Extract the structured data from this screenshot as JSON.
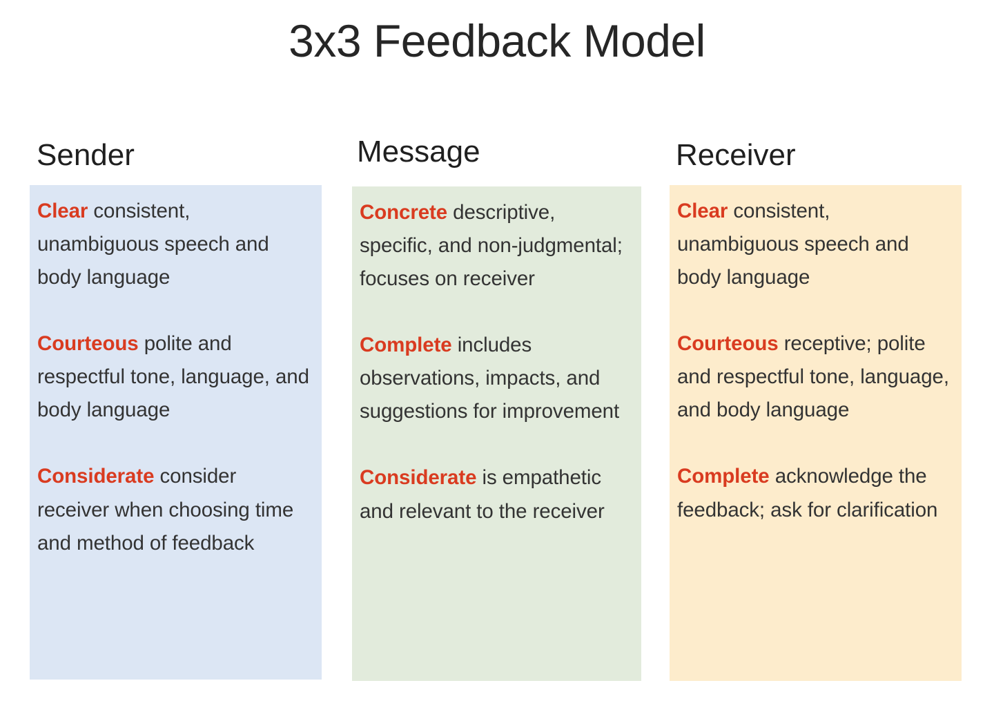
{
  "title": "3x3 Feedback Model",
  "colors": {
    "keyword_red": "#d93b20",
    "body_text": "#333333",
    "title_text": "#262626",
    "sender_panel": "#dce6f4",
    "message_panel": "#e2ebdc",
    "receiver_panel": "#fdeccc",
    "page_background": "#ffffff"
  },
  "columns": [
    {
      "id": "sender",
      "header": "Sender",
      "panel_color": "#dce6f4",
      "blocks": [
        {
          "keyword": "Clear",
          "text": " consistent, unambiguous speech and body language"
        },
        {
          "keyword": "Courteous",
          "text": "  polite and respectful tone, language, and body language"
        },
        {
          "keyword": "Considerate",
          "text": " consider receiver when choosing time and method of feedback"
        }
      ]
    },
    {
      "id": "message",
      "header": "Message",
      "panel_color": "#e2ebdc",
      "blocks": [
        {
          "keyword": "Concrete",
          "text": " descriptive, specific, and non-judgmental; focuses on receiver"
        },
        {
          "keyword": "Complete",
          "text": " includes observations, impacts, and suggestions for improvement"
        },
        {
          "keyword": "Considerate",
          "text": "  is empathetic and relevant to the receiver"
        }
      ]
    },
    {
      "id": "receiver",
      "header": "Receiver",
      "panel_color": "#fdeccc",
      "blocks": [
        {
          "keyword": "Clear",
          "text": " consistent, unambiguous speech and body language"
        },
        {
          "keyword": "Courteous",
          "text": " receptive; polite and respectful tone, language, and body language"
        },
        {
          "keyword": "Complete",
          "text": "  acknowledge the feedback; ask for clarification"
        }
      ]
    }
  ]
}
